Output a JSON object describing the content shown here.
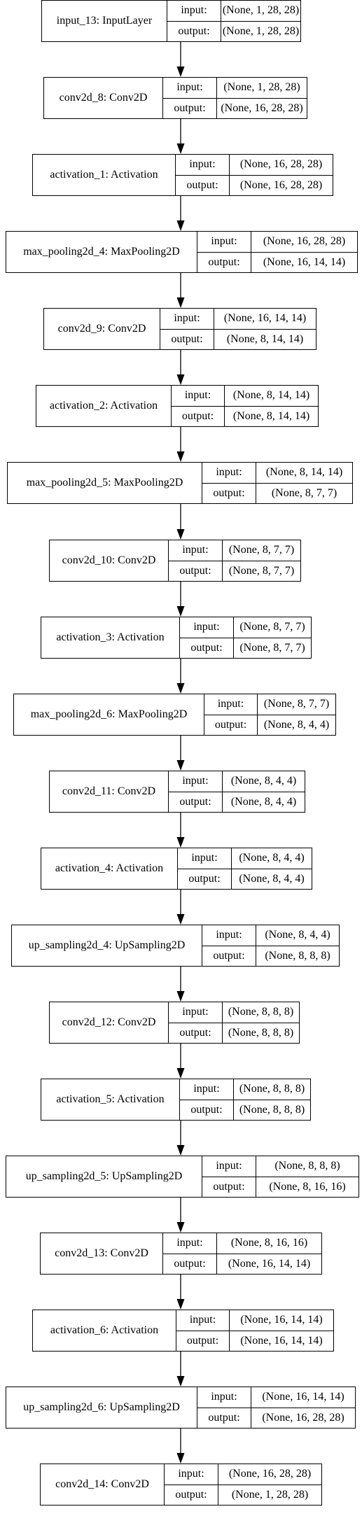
{
  "diagram": {
    "port_labels": {
      "input": "input:",
      "output": "output:"
    },
    "layers": [
      {
        "name": "input_13: InputLayer",
        "input": "(None, 1, 28, 28)",
        "output": "(None, 1, 28, 28)"
      },
      {
        "name": "conv2d_8: Conv2D",
        "input": "(None, 1, 28, 28)",
        "output": "(None, 16, 28, 28)"
      },
      {
        "name": "activation_1: Activation",
        "input": "(None, 16, 28, 28)",
        "output": "(None, 16, 28, 28)"
      },
      {
        "name": "max_pooling2d_4: MaxPooling2D",
        "input": "(None, 16, 28, 28)",
        "output": "(None, 16, 14, 14)"
      },
      {
        "name": "conv2d_9: Conv2D",
        "input": "(None, 16, 14, 14)",
        "output": "(None, 8, 14, 14)"
      },
      {
        "name": "activation_2: Activation",
        "input": "(None, 8, 14, 14)",
        "output": "(None, 8, 14, 14)"
      },
      {
        "name": "max_pooling2d_5: MaxPooling2D",
        "input": "(None, 8, 14, 14)",
        "output": "(None, 8, 7, 7)"
      },
      {
        "name": "conv2d_10: Conv2D",
        "input": "(None, 8, 7, 7)",
        "output": "(None, 8, 7, 7)"
      },
      {
        "name": "activation_3: Activation",
        "input": "(None, 8, 7, 7)",
        "output": "(None, 8, 7, 7)"
      },
      {
        "name": "max_pooling2d_6: MaxPooling2D",
        "input": "(None, 8, 7, 7)",
        "output": "(None, 8, 4, 4)"
      },
      {
        "name": "conv2d_11: Conv2D",
        "input": "(None, 8, 4, 4)",
        "output": "(None, 8, 4, 4)"
      },
      {
        "name": "activation_4: Activation",
        "input": "(None, 8, 4, 4)",
        "output": "(None, 8, 4, 4)"
      },
      {
        "name": "up_sampling2d_4: UpSampling2D",
        "input": "(None, 8, 4, 4)",
        "output": "(None, 8, 8, 8)"
      },
      {
        "name": "conv2d_12: Conv2D",
        "input": "(None, 8, 8, 8)",
        "output": "(None, 8, 8, 8)"
      },
      {
        "name": "activation_5: Activation",
        "input": "(None, 8, 8, 8)",
        "output": "(None, 8, 8, 8)"
      },
      {
        "name": "up_sampling2d_5: UpSampling2D",
        "input": "(None, 8, 8, 8)",
        "output": "(None, 8, 16, 16)"
      },
      {
        "name": "conv2d_13: Conv2D",
        "input": "(None, 8, 16, 16)",
        "output": "(None, 16, 14, 14)"
      },
      {
        "name": "activation_6: Activation",
        "input": "(None, 16, 14, 14)",
        "output": "(None, 16, 14, 14)"
      },
      {
        "name": "up_sampling2d_6: UpSampling2D",
        "input": "(None, 16, 14, 14)",
        "output": "(None, 16, 28, 28)"
      },
      {
        "name": "conv2d_14: Conv2D",
        "input": "(None, 16, 28, 28)",
        "output": "(None, 1, 28, 28)"
      }
    ]
  }
}
